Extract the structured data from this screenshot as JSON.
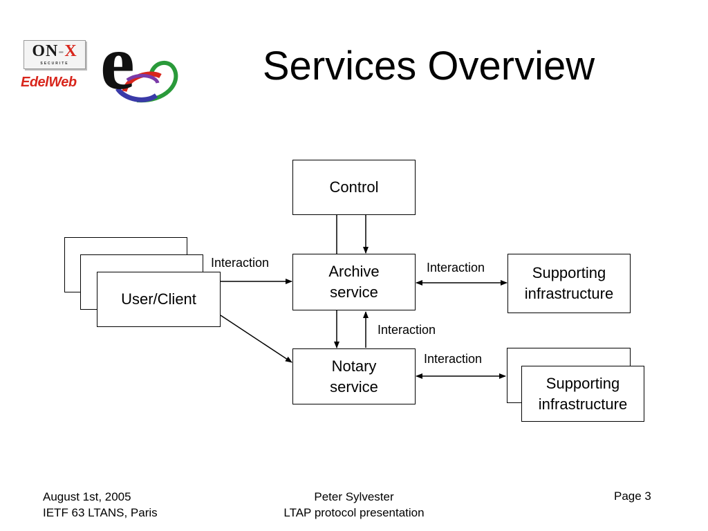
{
  "logo": {
    "onx_o": "O",
    "onx_n": "N",
    "onx_x": "X",
    "onx_sub": "SECURITE",
    "edelweb": "EdelWeb",
    "e_letter": "e"
  },
  "title": "Services Overview",
  "diagram": {
    "control": "Control",
    "archive_line1": "Archive",
    "archive_line2": "service",
    "notary_line1": "Notary",
    "notary_line2": "service",
    "user_client": "User/Client",
    "supporting_1_line1": "Supporting",
    "supporting_1_line2": "infrastructure",
    "supporting_2_line1": "Supporting",
    "supporting_2_line2": "infrastructure",
    "interaction_user_archive": "Interaction",
    "interaction_archive_support": "Interaction",
    "interaction_archive_notary": "Interaction",
    "interaction_notary_support": "Interaction"
  },
  "footer": {
    "date": "August 1st, 2005",
    "event": "IETF 63 LTANS, Paris",
    "author": "Peter Sylvester",
    "presentation": "LTAP protocol presentation",
    "page": "Page 3"
  }
}
